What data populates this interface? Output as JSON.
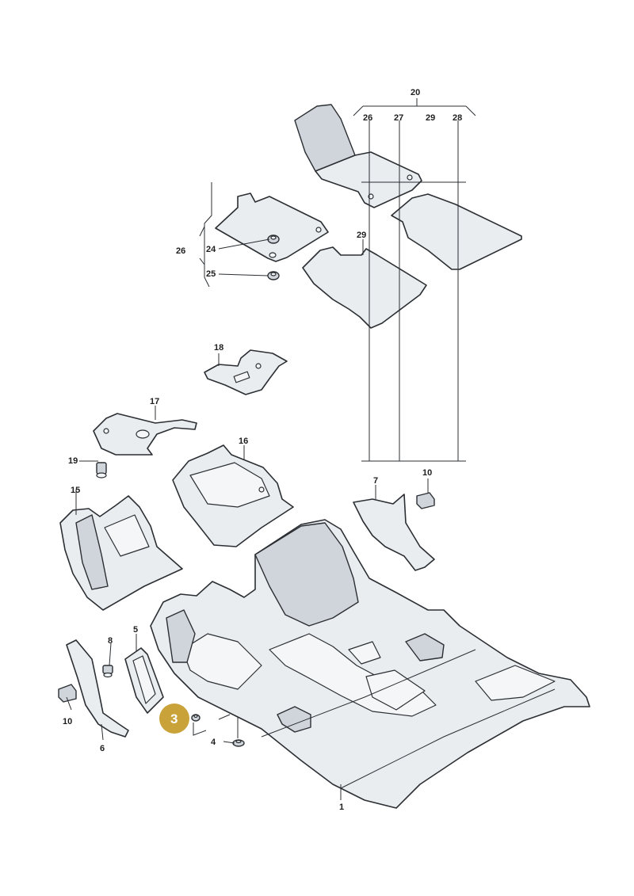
{
  "callouts": {
    "c1": "1",
    "c3": "3",
    "c4": "4",
    "c5": "5",
    "c6": "6",
    "c7": "7",
    "c8": "8",
    "c10a": "10",
    "c10b": "10",
    "c15": "15",
    "c16": "16",
    "c17": "17",
    "c18": "18",
    "c19": "19",
    "c20": "20",
    "c24": "24",
    "c25": "25",
    "c26a": "26",
    "c26b": "26",
    "c27": "27",
    "c28": "28",
    "c29a": "29",
    "c29b": "29"
  },
  "colors": {
    "highlight": "#c9a23a",
    "part_fill": "#e9edf0",
    "outline": "#2b2f33"
  }
}
